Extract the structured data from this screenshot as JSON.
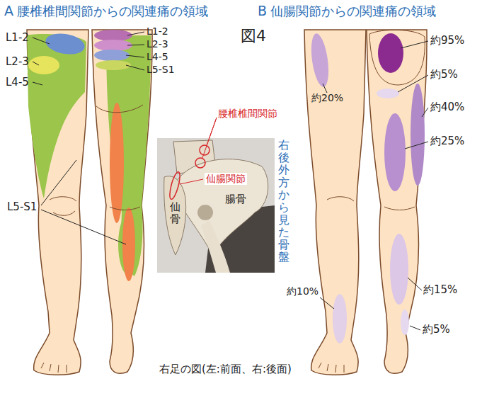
{
  "diagram": {
    "caption": "右足の図(左:前面、右:後面)",
    "labels": [
      "A",
      "腰椎椎間関節からの関連痛の領域",
      "B",
      "仙腸関節からの関連痛の領域",
      "図4",
      "L1-2",
      "L2-3",
      "L4-5",
      "L1-2",
      "L2-3",
      "L4-5",
      "L5-S1",
      "腰椎椎間関節",
      "仙腸関節",
      "右後外方から見た骨盤",
      "仙骨",
      "腸骨",
      "L5-S1",
      "約95%",
      "約20%",
      "約5%",
      "約40%",
      "約25%",
      "約15%",
      "約10%",
      "約5%"
    ]
  }
}
